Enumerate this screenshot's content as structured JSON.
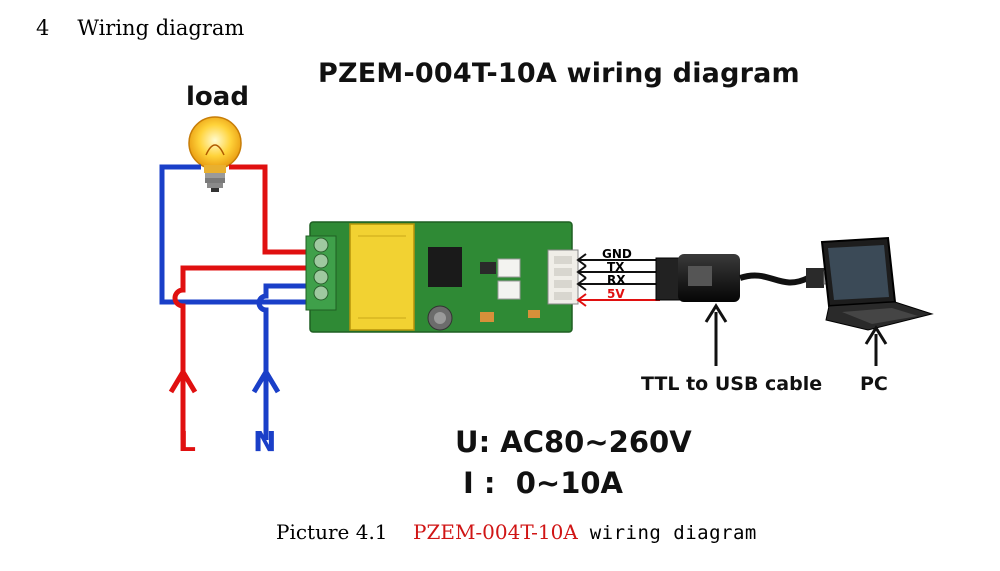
{
  "section": {
    "number": "4",
    "title": "Wiring diagram"
  },
  "diagram": {
    "title": "PZEM-004T-10A wiring diagram",
    "load_label": "load",
    "pins": [
      "GND",
      "TX",
      "RX",
      "5V"
    ],
    "cable_label": "TTL to USB cable",
    "pc_label": "PC",
    "line_label": "L",
    "neutral_label": "N",
    "voltage": {
      "symbol": "U",
      "value": "AC80~260V"
    },
    "current": {
      "symbol": "I",
      "value": "0~10A"
    },
    "colors": {
      "line": "#e01010",
      "neutral": "#1a3fc8",
      "pcb": "#2f8a35",
      "transformer": "#f2d232"
    }
  },
  "caption": {
    "prefix": "Picture 4.1",
    "model": "PZEM-004T-10A",
    "rest": "wiring diagram"
  }
}
